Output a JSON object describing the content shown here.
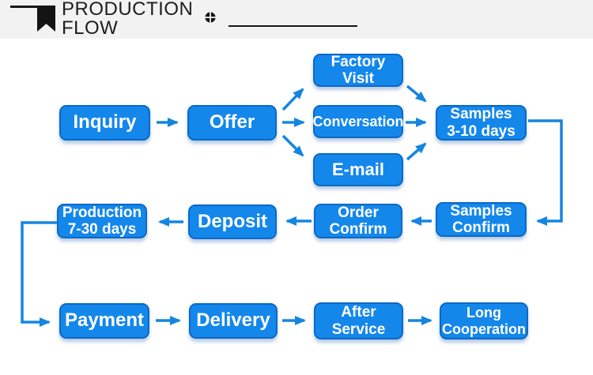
{
  "header": {
    "title_line1": "PRODUCTION",
    "title_line2": "FLOW",
    "text_color": "#1d1d1d",
    "background_color": "#f2f2f2",
    "icons": [
      "bookmark-ribbon-icon",
      "registration-mark-icon"
    ]
  },
  "diagram": {
    "type": "flowchart",
    "node_fill_color": "#1487eb",
    "node_border_color": "#0a69c8",
    "node_text_color": "#ffffff",
    "arrow_color": "#1585e0",
    "nodes": [
      {
        "id": "inquiry",
        "label": "Inquiry"
      },
      {
        "id": "offer",
        "label": "Offer"
      },
      {
        "id": "factory-visit",
        "label": "Factory Visit"
      },
      {
        "id": "conversation",
        "label": "Conversation"
      },
      {
        "id": "email",
        "label": "E-mail"
      },
      {
        "id": "samples",
        "label": "Samples\n3-10 days"
      },
      {
        "id": "samples-confirm",
        "label": "Samples\nConfirm"
      },
      {
        "id": "order-confirm",
        "label": "Order\nConfirm"
      },
      {
        "id": "deposit",
        "label": "Deposit"
      },
      {
        "id": "production",
        "label": "Production\n7-30 days"
      },
      {
        "id": "payment",
        "label": "Payment"
      },
      {
        "id": "delivery",
        "label": "Delivery"
      },
      {
        "id": "after-service",
        "label": "After\nService"
      },
      {
        "id": "long-cooperation",
        "label": "Long\nCooperation"
      }
    ],
    "edges": [
      {
        "from": "inquiry",
        "to": "offer"
      },
      {
        "from": "offer",
        "to": "factory-visit"
      },
      {
        "from": "offer",
        "to": "conversation"
      },
      {
        "from": "offer",
        "to": "email"
      },
      {
        "from": "factory-visit",
        "to": "samples"
      },
      {
        "from": "conversation",
        "to": "samples"
      },
      {
        "from": "email",
        "to": "samples"
      },
      {
        "from": "samples",
        "to": "samples-confirm"
      },
      {
        "from": "samples-confirm",
        "to": "order-confirm"
      },
      {
        "from": "order-confirm",
        "to": "deposit"
      },
      {
        "from": "deposit",
        "to": "production"
      },
      {
        "from": "production",
        "to": "payment"
      },
      {
        "from": "payment",
        "to": "delivery"
      },
      {
        "from": "delivery",
        "to": "after-service"
      },
      {
        "from": "after-service",
        "to": "long-cooperation"
      }
    ]
  }
}
